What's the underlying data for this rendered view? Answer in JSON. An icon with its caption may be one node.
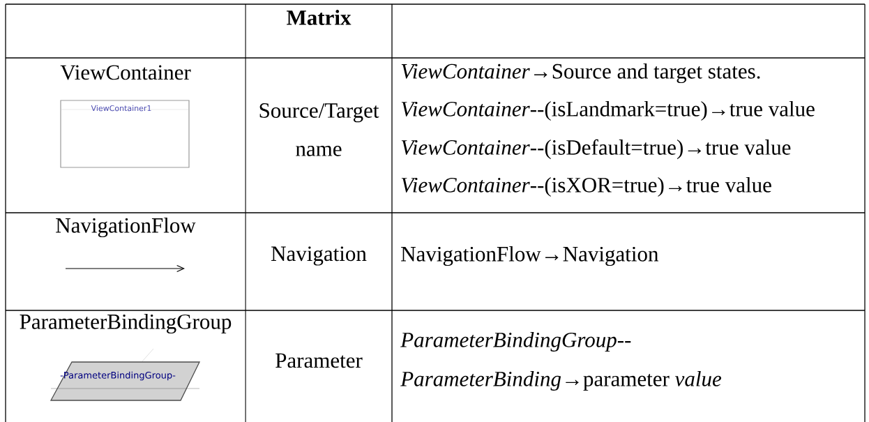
{
  "diagram": {
    "labels": [
      "Matrix",
      "ViewContainer",
      "ViewContainer1",
      "Source/Target name",
      "*ViewContainer*→Source and target states.",
      "*ViewContainer*--(isLandmark=true)→true value",
      "*ViewContainer*--(isDefault=true)→true value",
      "*ViewContainer*--(isXOR=true)→true value",
      "NavigationFlow",
      "Navigation",
      "NavigationFlow→Navigation",
      "ParameterBindingGroup",
      "-ParameterBindingGroup-",
      "Parameter",
      "*ParameterBindingGroup*--",
      "*ParameterBinding*→parameter *value*"
    ]
  }
}
